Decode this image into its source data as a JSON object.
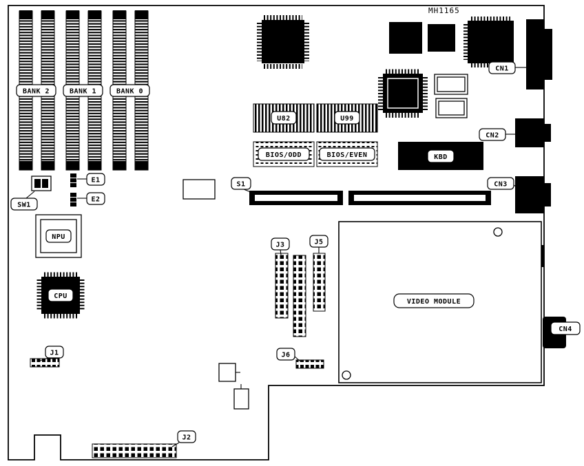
{
  "part_number": "MH1165",
  "colors": {
    "line": "#000000",
    "background": "#ffffff"
  },
  "labels": {
    "bank2": "BANK 2",
    "bank1": "BANK 1",
    "bank0": "BANK 0",
    "u82": "U82",
    "u99": "U99",
    "bios_odd": "BIOS/ODD",
    "bios_even": "BIOS/EVEN",
    "kbd": "KBD",
    "s1": "S1",
    "sw1": "SW1",
    "e1": "E1",
    "e2": "E2",
    "npu": "NPU",
    "cpu": "CPU",
    "j1": "J1",
    "j2": "J2",
    "j3": "J3",
    "j5": "J5",
    "j6": "J6",
    "cn1": "CN1",
    "cn2": "CN2",
    "cn3": "CN3",
    "cn4": "CN4",
    "video_module": "VIDEO MODULE"
  }
}
